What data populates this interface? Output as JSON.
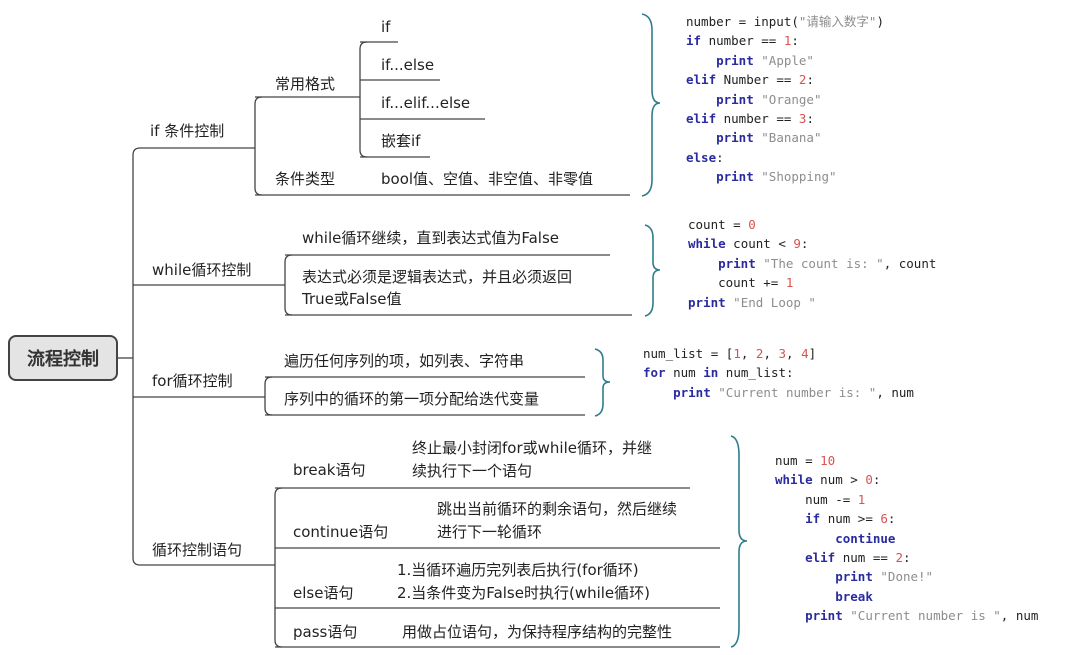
{
  "root": "流程控制",
  "colors": {
    "line": "#444444",
    "brace": "#2e7d8c",
    "keyword": "#2b2ba0",
    "string": "#8d8d8d",
    "number": "#d9534f"
  },
  "branches": {
    "if": {
      "label": "if 条件控制",
      "common_formats": {
        "label": "常用格式",
        "items": [
          "if",
          "if...else",
          "if...elif...else",
          "嵌套if"
        ]
      },
      "condition_types": {
        "label": "条件类型",
        "value": "bool值、空值、非空值、非零值"
      }
    },
    "while": {
      "label": "while循环控制",
      "items": [
        "while循环继续，直到表达式值为False",
        "表达式必须是逻辑表达式，并且必须返回",
        "True或False值"
      ]
    },
    "for": {
      "label": "for循环控制",
      "items": [
        "遍历任何序列的项，如列表、字符串",
        "序列中的循环的第一项分配给迭代变量"
      ]
    },
    "loop_control": {
      "label": "循环控制语句",
      "statements": [
        {
          "name": "break语句",
          "desc": [
            "终止最小封闭for或while循环，并继",
            "续执行下一个语句"
          ]
        },
        {
          "name": "continue语句",
          "desc": [
            "跳出当前循环的剩余语句，然后继续",
            "进行下一轮循环"
          ]
        },
        {
          "name": "else语句",
          "desc": [
            "1.当循环遍历完列表后执行(for循环)",
            "2.当条件变为False时执行(while循环)"
          ]
        },
        {
          "name": "pass语句",
          "desc": [
            "用做占位语句，为保持程序结构的完整性"
          ]
        }
      ]
    }
  },
  "code": {
    "if": [
      [
        [
          "p",
          "number = input("
        ],
        [
          "s",
          "\"请输入数字\""
        ],
        [
          "p",
          ")"
        ]
      ],
      [
        [
          "k",
          "if"
        ],
        [
          "p",
          " number == "
        ],
        [
          "n",
          "1"
        ],
        [
          "p",
          ":"
        ]
      ],
      [
        [
          "p",
          "    "
        ],
        [
          "k",
          "print"
        ],
        [
          "p",
          " "
        ],
        [
          "s",
          "\"Apple\""
        ]
      ],
      [
        [
          "k",
          "elif"
        ],
        [
          "p",
          " Number == "
        ],
        [
          "n",
          "2"
        ],
        [
          "p",
          ":"
        ]
      ],
      [
        [
          "p",
          "    "
        ],
        [
          "k",
          "print"
        ],
        [
          "p",
          " "
        ],
        [
          "s",
          "\"Orange\""
        ]
      ],
      [
        [
          "k",
          "elif"
        ],
        [
          "p",
          " number == "
        ],
        [
          "n",
          "3"
        ],
        [
          "p",
          ":"
        ]
      ],
      [
        [
          "p",
          "    "
        ],
        [
          "k",
          "print"
        ],
        [
          "p",
          " "
        ],
        [
          "s",
          "\"Banana\""
        ]
      ],
      [
        [
          "k",
          "else"
        ],
        [
          "p",
          ":"
        ]
      ],
      [
        [
          "p",
          "    "
        ],
        [
          "k",
          "print"
        ],
        [
          "p",
          " "
        ],
        [
          "s",
          "\"Shopping\""
        ]
      ]
    ],
    "while": [
      [
        [
          "p",
          "count = "
        ],
        [
          "n",
          "0"
        ]
      ],
      [
        [
          "k",
          "while"
        ],
        [
          "p",
          " count < "
        ],
        [
          "n",
          "9"
        ],
        [
          "p",
          ":"
        ]
      ],
      [
        [
          "p",
          "    "
        ],
        [
          "k",
          "print"
        ],
        [
          "p",
          " "
        ],
        [
          "s",
          "\"The count is: \""
        ],
        [
          "p",
          ", count"
        ]
      ],
      [
        [
          "p",
          "    count += "
        ],
        [
          "n",
          "1"
        ]
      ],
      [
        [
          "k",
          "print"
        ],
        [
          "p",
          " "
        ],
        [
          "s",
          "\"End Loop \""
        ]
      ]
    ],
    "for": [
      [
        [
          "p",
          "num_list = ["
        ],
        [
          "n",
          "1"
        ],
        [
          "p",
          ", "
        ],
        [
          "n",
          "2"
        ],
        [
          "p",
          ", "
        ],
        [
          "n",
          "3"
        ],
        [
          "p",
          ", "
        ],
        [
          "n",
          "4"
        ],
        [
          "p",
          "]"
        ]
      ],
      [
        [
          "k",
          "for"
        ],
        [
          "p",
          " num "
        ],
        [
          "k",
          "in"
        ],
        [
          "p",
          " num_list:"
        ]
      ],
      [
        [
          "p",
          "    "
        ],
        [
          "k",
          "print"
        ],
        [
          "p",
          " "
        ],
        [
          "s",
          "\"Current number is: \""
        ],
        [
          "p",
          ", num"
        ]
      ]
    ],
    "loop_control": [
      [
        [
          "p",
          "num = "
        ],
        [
          "n",
          "10"
        ]
      ],
      [
        [
          "k",
          "while"
        ],
        [
          "p",
          " num > "
        ],
        [
          "n",
          "0"
        ],
        [
          "p",
          ":"
        ]
      ],
      [
        [
          "p",
          "    num -= "
        ],
        [
          "n",
          "1"
        ]
      ],
      [
        [
          "p",
          "    "
        ],
        [
          "k",
          "if"
        ],
        [
          "p",
          " num >= "
        ],
        [
          "n",
          "6"
        ],
        [
          "p",
          ":"
        ]
      ],
      [
        [
          "p",
          "        "
        ],
        [
          "k",
          "continue"
        ]
      ],
      [
        [
          "p",
          "    "
        ],
        [
          "k",
          "elif"
        ],
        [
          "p",
          " num == "
        ],
        [
          "n",
          "2"
        ],
        [
          "p",
          ":"
        ]
      ],
      [
        [
          "p",
          "        "
        ],
        [
          "k",
          "print"
        ],
        [
          "p",
          " "
        ],
        [
          "s",
          "\"Done!\""
        ]
      ],
      [
        [
          "p",
          "        "
        ],
        [
          "k",
          "break"
        ]
      ],
      [
        [
          "p",
          "    "
        ],
        [
          "k",
          "print"
        ],
        [
          "p",
          " "
        ],
        [
          "s",
          "\"Current number is \""
        ],
        [
          "p",
          ", num"
        ]
      ]
    ]
  }
}
